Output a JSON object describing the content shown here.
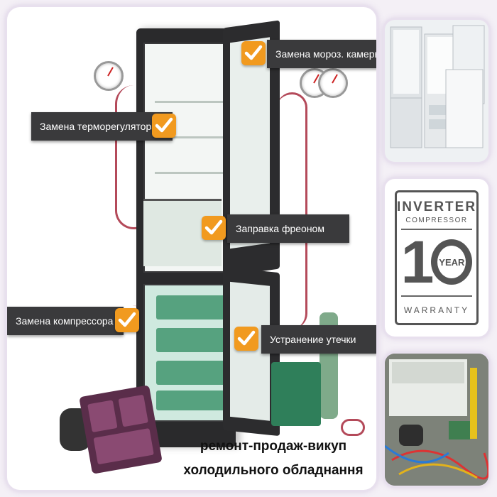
{
  "labels": {
    "freezer": "Замена мороз. камеры",
    "thermostat": "Замена терморегулятора",
    "freon": "Заправка фреоном",
    "compressor": "Замена компрессора",
    "leak": "Устранение утечки"
  },
  "caption": {
    "line1": "ремонт-продаж-викуп",
    "line2": "холодильного обладнання"
  },
  "badge": {
    "inverter": "INVERTER",
    "compressor": "COMPRESSOR",
    "one": "1",
    "year": "YEAR",
    "warranty": "WARRANTY"
  },
  "colors": {
    "accent": "#f19a1f",
    "label_bg": "#3a3a3c",
    "panel_glow": "#b48ad2",
    "hose": "#b44a5a"
  }
}
